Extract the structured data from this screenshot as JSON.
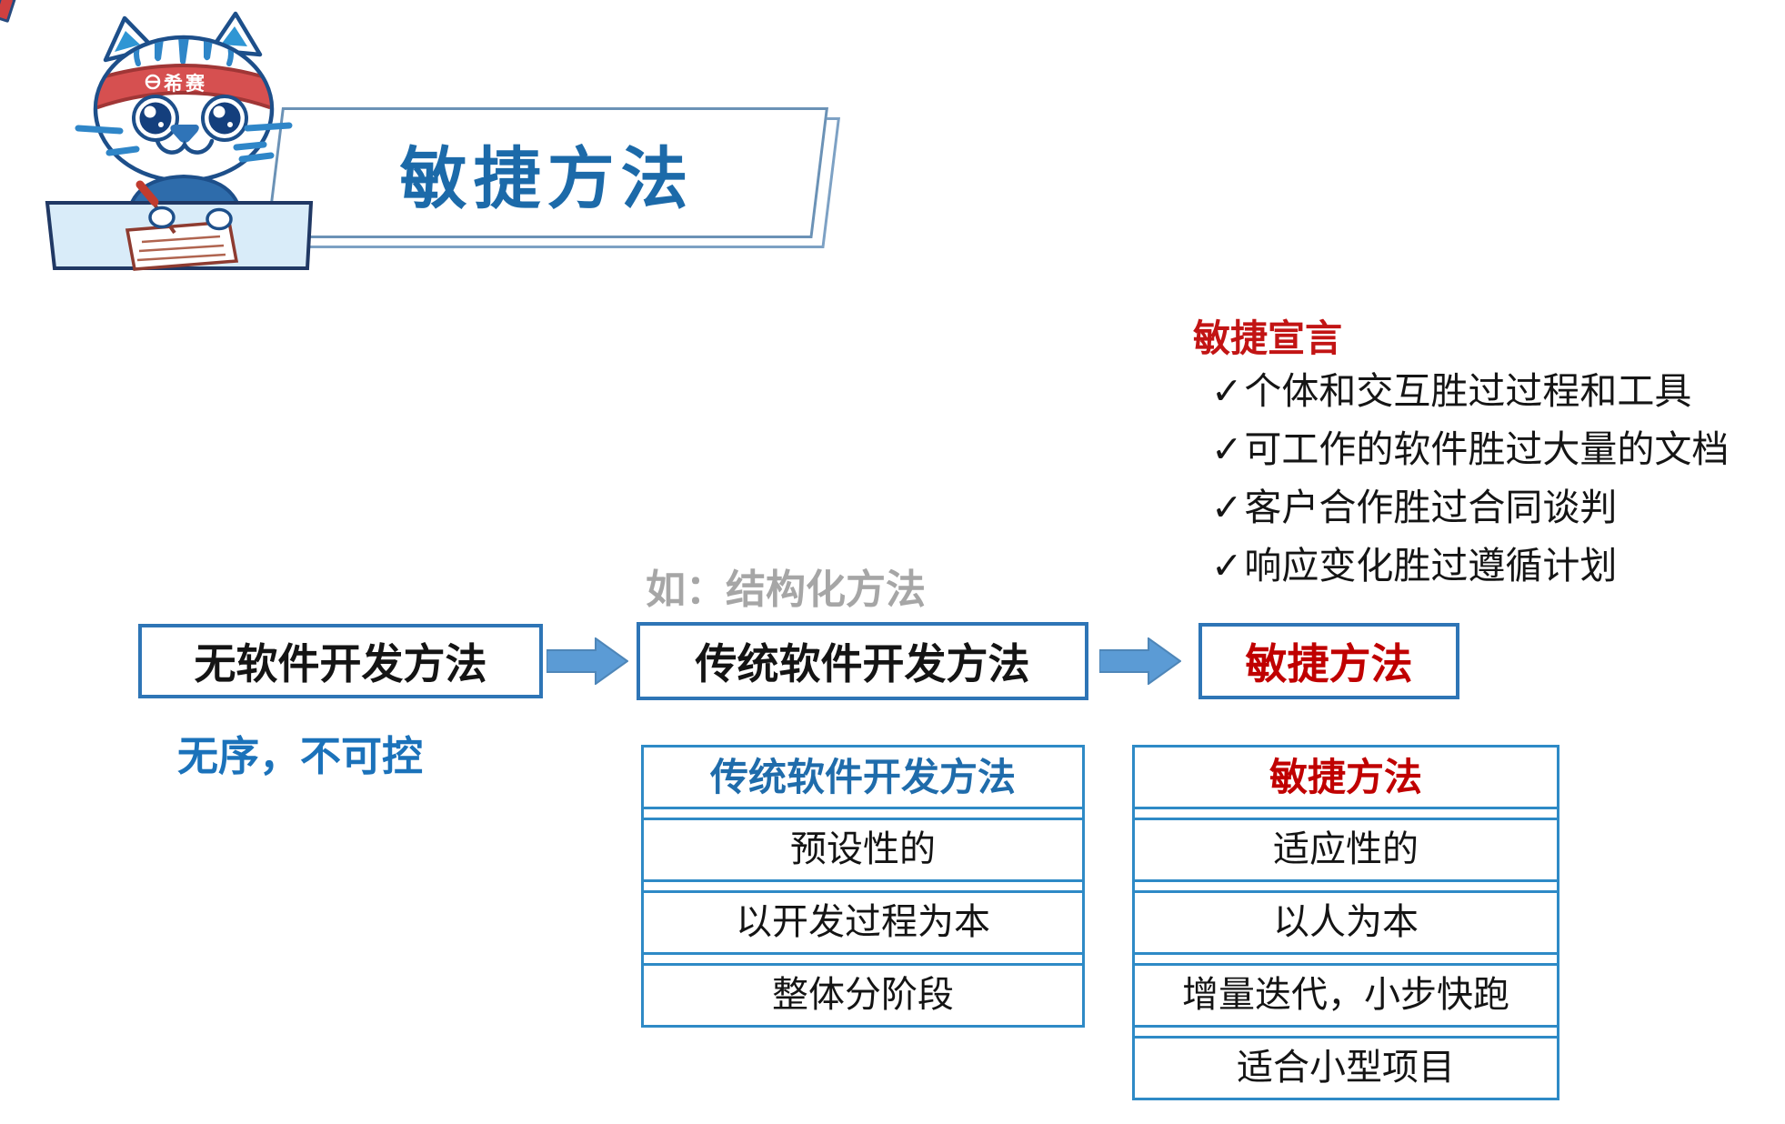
{
  "slide": {
    "background": "#ffffff"
  },
  "mascot": {
    "name": "xisai-cat-mascot",
    "headband_text": "希赛",
    "colors": {
      "outline": "#1d4f8a",
      "ear_inner": "#2f96d4",
      "headband": "#d65050",
      "body": "#2e6cab",
      "desk": "#d9ecf9",
      "paper_border": "#8e3b30"
    }
  },
  "banner": {
    "title": "敏捷方法",
    "title_color": "#1c6aa9",
    "border_color": "#6b92b6"
  },
  "manifesto": {
    "title": "敏捷宣言",
    "title_color": "#c21414",
    "check": "✓",
    "items": [
      "个体和交互胜过过程和工具",
      "可工作的软件胜过大量的文档",
      "客户合作胜过合同谈判",
      "响应变化胜过遵循计划"
    ]
  },
  "flow": {
    "note": "如：结构化方法",
    "note_color": "#a6a6a6",
    "boxes": [
      {
        "label": "无软件开发方法",
        "text_color": "#141414"
      },
      {
        "label": "传统软件开发方法",
        "text_color": "#141414"
      },
      {
        "label": "敏捷方法",
        "text_color": "#c00000"
      }
    ],
    "arrow_color": "#5b9bd5",
    "box_border_color": "#2e75b6",
    "caption": "无序，不可控",
    "caption_color": "#1b72ba"
  },
  "tables": [
    {
      "header": "传统软件开发方法",
      "header_color": "#1f6cab",
      "rows": [
        "预设性的",
        "以开发过程为本",
        "整体分阶段"
      ]
    },
    {
      "header": "敏捷方法",
      "header_color": "#c00000",
      "rows": [
        "适应性的",
        "以人为本",
        "增量迭代，小步快跑",
        "适合小型项目"
      ]
    }
  ]
}
